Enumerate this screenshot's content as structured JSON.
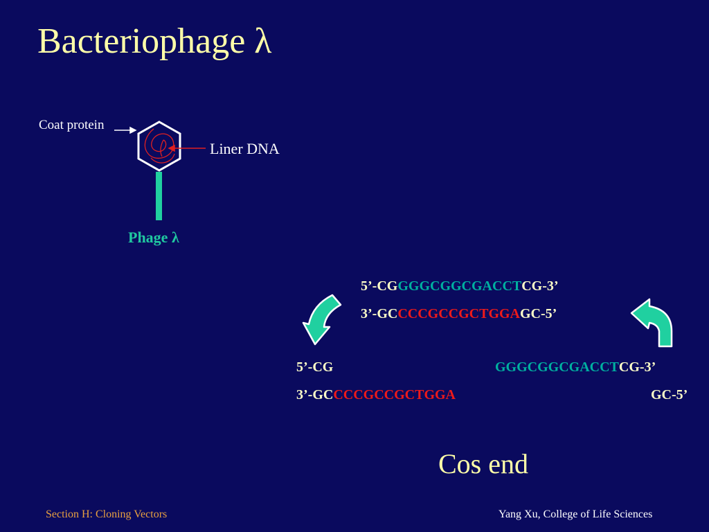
{
  "slide": {
    "title": "Bacteriophage λ",
    "cos_end": "Cos end"
  },
  "phage": {
    "coat_protein_label": "Coat protein",
    "liner_dna_label": "Liner DNA",
    "phage_label": "Phage λ"
  },
  "sequence_joined": {
    "top_prefix": "5’-CG",
    "top_mid": "GGGCGGCGACCT",
    "top_suffix": "CG-3’",
    "bottom_prefix": "3’-GC",
    "bottom_mid": "CCCGCCGCTGGA",
    "bottom_suffix": "GC-5’"
  },
  "sequence_left": {
    "top": "5’-CG",
    "bottom_prefix": "3’-GC",
    "bottom_mid": "CCCGCCGCTGGA"
  },
  "sequence_right": {
    "top_mid": "GGGCGGCGACCT",
    "top_suffix": "CG-3’",
    "bottom": "GC-5’"
  },
  "footer": {
    "left": "Section H: Cloning Vectors",
    "right": "Yang Xu, College of Life Sciences"
  },
  "colors": {
    "background": "#0a0a5e",
    "title": "#ffffa8",
    "teal": "#00b0a0",
    "red": "#ee1a1a",
    "arrow_fill": "#20d0a0"
  }
}
